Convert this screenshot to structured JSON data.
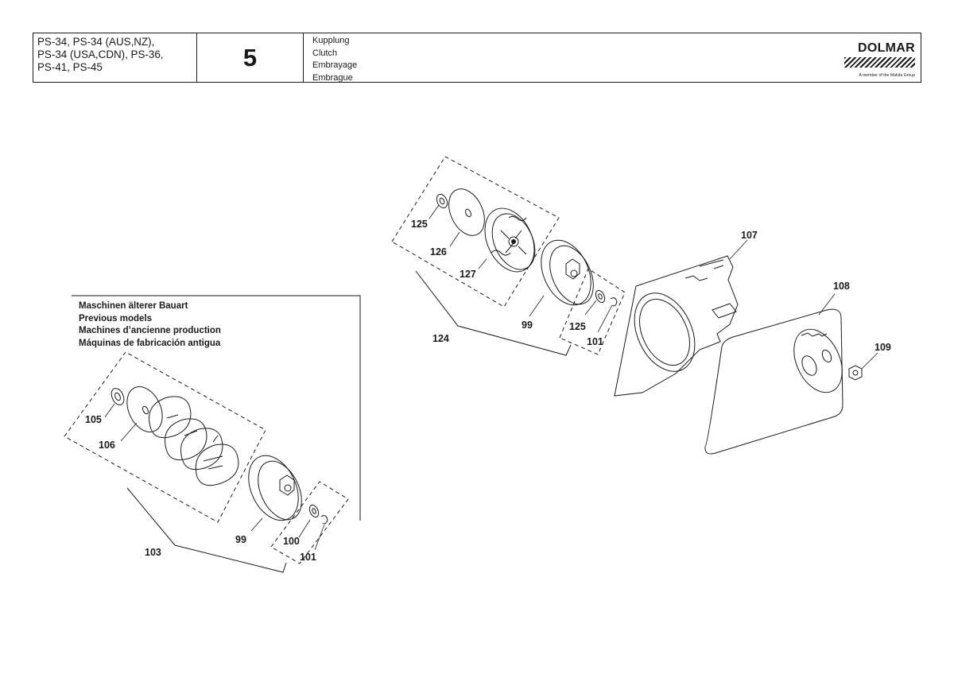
{
  "header": {
    "models": [
      "PS-34, PS-34 (AUS,NZ),",
      "PS-34 (USA,CDN), PS-36,",
      "PS-41, PS-45"
    ],
    "page_number": "5",
    "titles": [
      "Kupplung",
      "Clutch",
      "Embrayage",
      "Embrague"
    ],
    "brand": "DOLMAR",
    "brand_tagline": "A member of the Makita Group"
  },
  "old_models": {
    "title_lines": [
      "Maschinen älterer Bauart",
      "Previous models",
      "Machines d’ancienne production",
      "Máquinas de fabricación antigua"
    ]
  },
  "callouts": {
    "c124": "124",
    "c125a": "125",
    "c126": "126",
    "c127": "127",
    "c99a": "99",
    "c125b": "125",
    "c101a": "101",
    "c107": "107",
    "c108": "108",
    "c109": "109",
    "c105": "105",
    "c106": "106",
    "c99b": "99",
    "c100": "100",
    "c101b": "101",
    "c103": "103"
  },
  "colors": {
    "line": "#1a1a1a",
    "background": "#ffffff"
  }
}
